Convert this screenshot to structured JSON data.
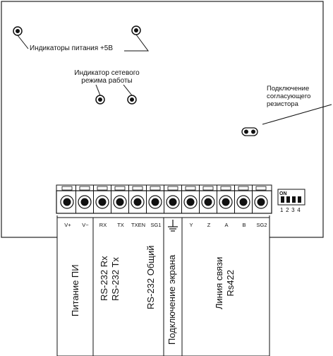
{
  "annotations": {
    "power_indicators": "Индикаторы питания +5В",
    "network_mode_indicator_line1": "Индикатор сетевого",
    "network_mode_indicator_line2": "режима работы",
    "termination_line1": "Подключение",
    "termination_line2": "согласующего",
    "termination_line3": "резистора"
  },
  "terminals": [
    {
      "label": "V+"
    },
    {
      "label": "V−"
    },
    {
      "label": "RX"
    },
    {
      "label": "TX"
    },
    {
      "label": "TXEN"
    },
    {
      "label": "SG1"
    },
    {
      "label": ""
    },
    {
      "label": "Y"
    },
    {
      "label": "Z"
    },
    {
      "label": "A"
    },
    {
      "label": "B"
    },
    {
      "label": "SG2"
    }
  ],
  "dip_switch": {
    "on_label": "ON",
    "numbers": [
      "1",
      "2",
      "3",
      "4"
    ]
  },
  "groups": {
    "power": "Питание ПИ",
    "rs232_rx": "RS-232 Rx",
    "rs232_tx": "RS-232 Tx",
    "rs232_common": "RS-232 Общий",
    "shield": "Подключение экрана",
    "line_l1": "Линия связи",
    "line_l2": "Rs422"
  }
}
